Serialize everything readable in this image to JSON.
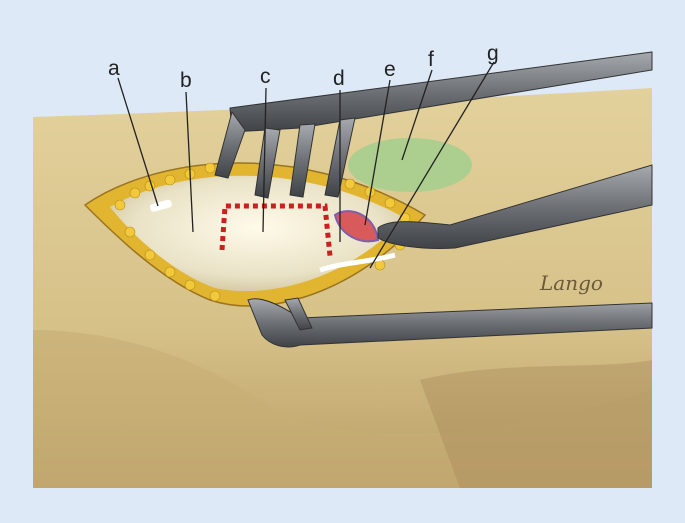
{
  "figure": {
    "labels": [
      {
        "id": "a",
        "text": "a"
      },
      {
        "id": "b",
        "text": "b"
      },
      {
        "id": "c",
        "text": "c"
      },
      {
        "id": "d",
        "text": "d"
      },
      {
        "id": "e",
        "text": "e"
      },
      {
        "id": "f",
        "text": "f"
      },
      {
        "id": "g",
        "text": "g"
      }
    ],
    "signature": "Lango"
  },
  "colors": {
    "background": "#dde9f6",
    "skin": "#d9c48c",
    "fat": "#e2b530",
    "instrument": "#6f7378",
    "marking": "#cc1f1f",
    "green_zone": "#9fd08f"
  }
}
